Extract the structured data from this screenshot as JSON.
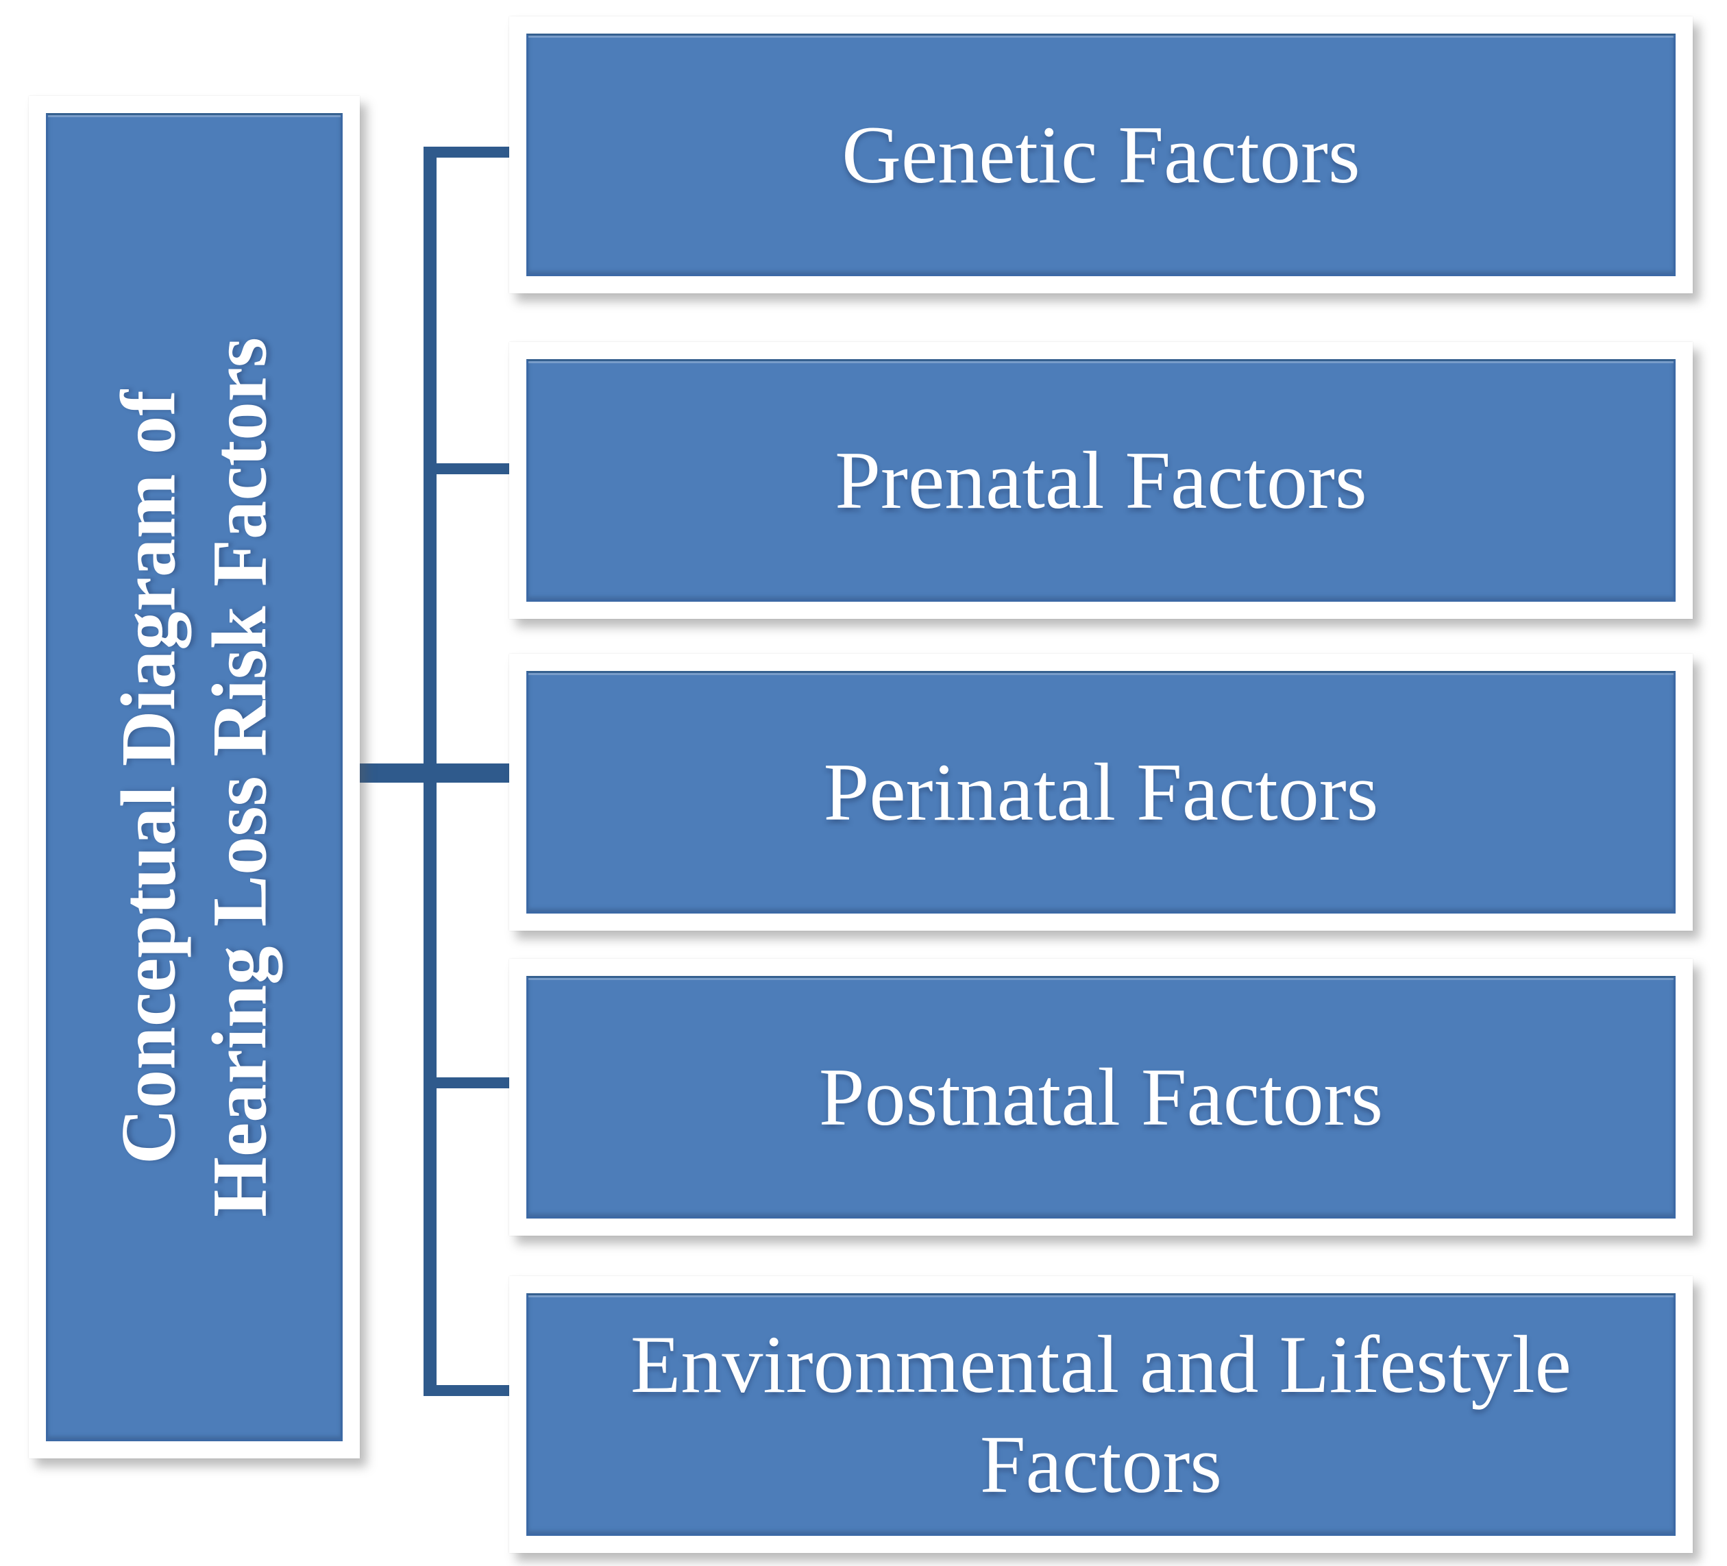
{
  "diagram": {
    "title": {
      "line1": "Conceptual Diagram of",
      "line2": "Hearing Loss Risk Factors"
    },
    "boxes": [
      {
        "label_line1": "Genetic Factors",
        "label_line2": ""
      },
      {
        "label_line1": "Prenatal Factors",
        "label_line2": ""
      },
      {
        "label_line1": "Perinatal Factors",
        "label_line2": ""
      },
      {
        "label_line1": "Postnatal Factors",
        "label_line2": ""
      },
      {
        "label_line1": "Environmental and Lifestyle",
        "label_line2": "Factors"
      }
    ],
    "colors": {
      "box_fill": "#4d7db9",
      "box_border": "#3c69a5",
      "connector": "#2f5a8c",
      "text": "#ffffff",
      "background": "#ffffff"
    }
  }
}
